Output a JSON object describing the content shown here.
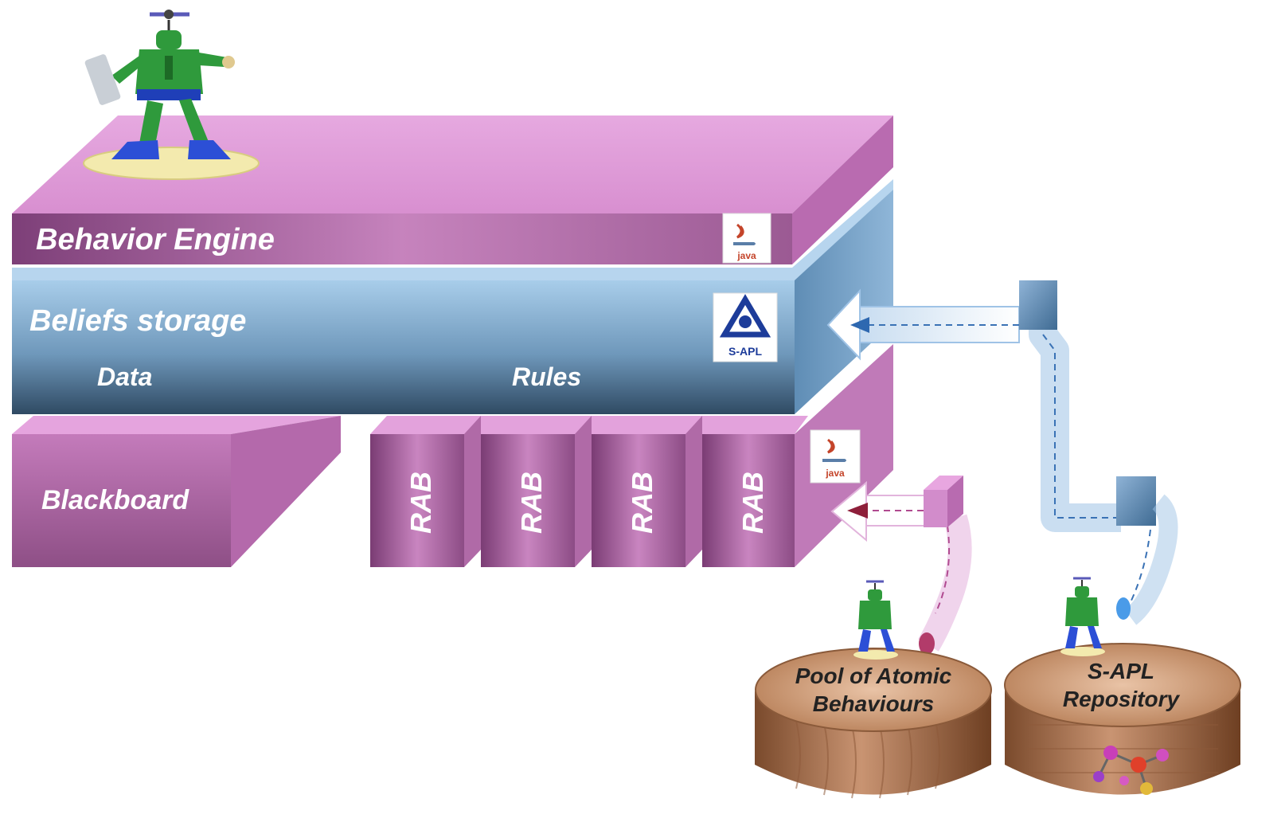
{
  "layers": {
    "behavior_engine": "Behavior Engine",
    "beliefs_storage": "Beliefs storage",
    "data": "Data",
    "rules": "Rules",
    "blackboard": "Blackboard",
    "rab": [
      "RAB",
      "RAB",
      "RAB",
      "RAB"
    ]
  },
  "badges": {
    "java_label": "java",
    "sapl_label": "S-APL"
  },
  "repositories": {
    "pool": [
      "Pool of Atomic",
      "Behaviours"
    ],
    "sapl": [
      "S-APL",
      "Repository"
    ]
  },
  "icons": [
    "agent-robot-icon",
    "java-logo-icon",
    "sapl-logo-icon",
    "molecule-icon"
  ],
  "colors": {
    "pink": "#d98ad0",
    "blue": "#6f9cc4",
    "brown": "#b97a4f"
  }
}
